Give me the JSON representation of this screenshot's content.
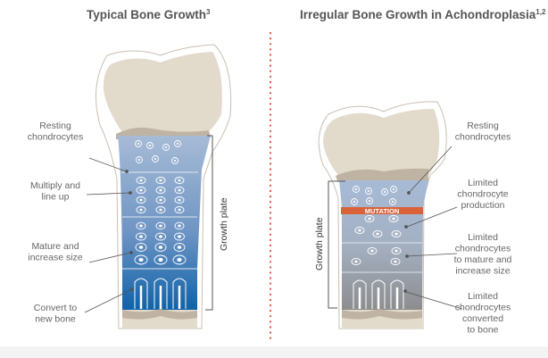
{
  "left": {
    "title": "Typical Bone Growth",
    "title_sup": "3",
    "growth_plate_label": "Growth plate",
    "labels": [
      [
        "Resting",
        "chondrocytes"
      ],
      [
        "Multiply and",
        "line up"
      ],
      [
        "Mature and",
        "increase size"
      ],
      [
        "Convert to",
        "new bone"
      ]
    ]
  },
  "right": {
    "title": "Irregular Bone Growth in Achondroplasia",
    "title_sup": "1,2",
    "growth_plate_label": "Growth plate",
    "mutation_label": "MUTATION",
    "labels": [
      [
        "Resting",
        "chondrocytes"
      ],
      [
        "Limited",
        "chondrocyte",
        "production"
      ],
      [
        "Limited",
        "chondrocytes",
        "to mature and",
        "increase size"
      ],
      [
        "Limited",
        "chondrocytes",
        "converted",
        "to bone"
      ]
    ]
  },
  "colors": {
    "bone": "#e2dacb",
    "bone_dark": "#bfb4a3",
    "divider": "#e0553a",
    "mutation": "#d9623a"
  }
}
